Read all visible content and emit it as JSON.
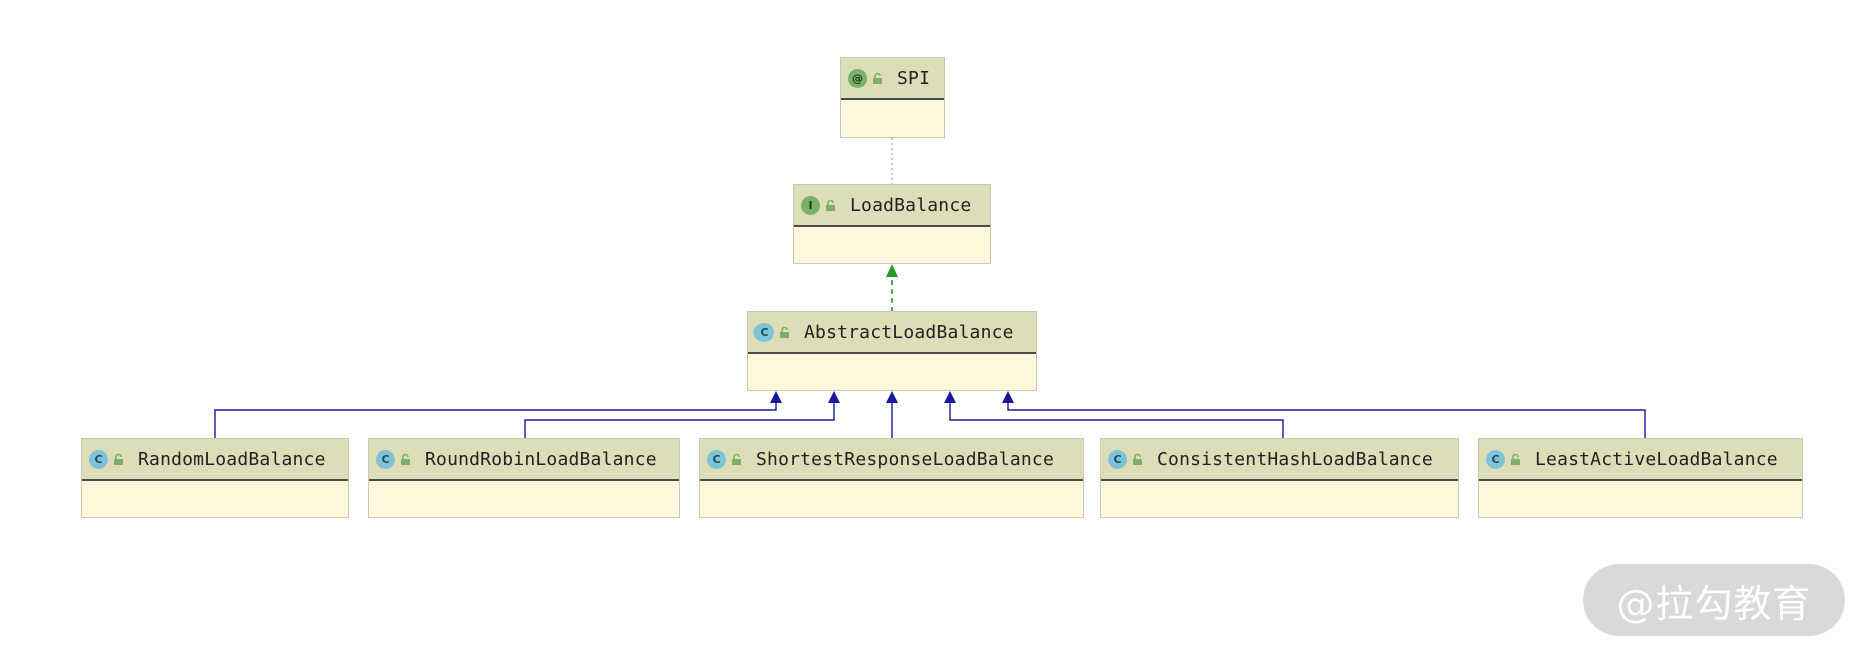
{
  "diagram": {
    "nodes": {
      "spi": {
        "name": "SPI",
        "kind": "annotation",
        "icon": "@"
      },
      "load_balance": {
        "name": "LoadBalance",
        "kind": "interface",
        "icon": "I"
      },
      "abstract_load_balance": {
        "name": "AbstractLoadBalance",
        "kind": "abstract-class",
        "icon": "C"
      },
      "random": {
        "name": "RandomLoadBalance",
        "kind": "class",
        "icon": "C"
      },
      "round_robin": {
        "name": "RoundRobinLoadBalance",
        "kind": "class",
        "icon": "C"
      },
      "shortest_response": {
        "name": "ShortestResponseLoadBalance",
        "kind": "class",
        "icon": "C"
      },
      "consistent_hash": {
        "name": "ConsistentHashLoadBalance",
        "kind": "class",
        "icon": "C"
      },
      "least_active": {
        "name": "LeastActiveLoadBalance",
        "kind": "class",
        "icon": "C"
      }
    },
    "relations": [
      {
        "from": "load_balance",
        "to": "spi",
        "type": "annotated-by",
        "style": "dotted"
      },
      {
        "from": "abstract_load_balance",
        "to": "load_balance",
        "type": "implements",
        "style": "dashed"
      },
      {
        "from": "random",
        "to": "abstract_load_balance",
        "type": "extends",
        "style": "solid"
      },
      {
        "from": "round_robin",
        "to": "abstract_load_balance",
        "type": "extends",
        "style": "solid"
      },
      {
        "from": "shortest_response",
        "to": "abstract_load_balance",
        "type": "extends",
        "style": "solid"
      },
      {
        "from": "consistent_hash",
        "to": "abstract_load_balance",
        "type": "extends",
        "style": "solid"
      },
      {
        "from": "least_active",
        "to": "abstract_load_balance",
        "type": "extends",
        "style": "solid"
      }
    ],
    "colors": {
      "node_header": "#ddddb8",
      "node_body": "#fdf8dc",
      "implements_edge": "#2a9a2a",
      "extends_edge": "#1a1a9a",
      "annotation_edge": "#b8b8a0"
    }
  },
  "watermark": {
    "text": "@拉勾教育"
  }
}
